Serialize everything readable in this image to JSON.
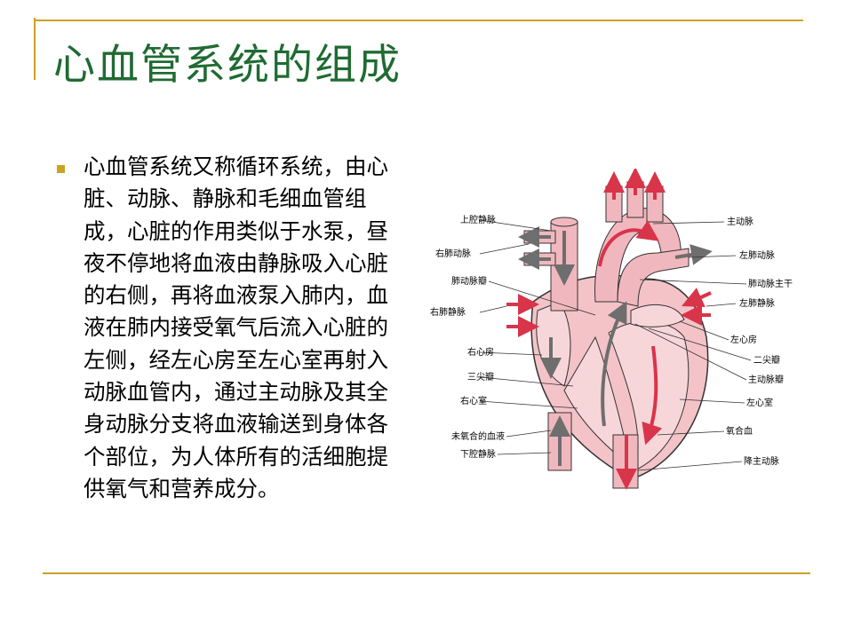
{
  "slide": {
    "title": "心血管系统的组成",
    "body": "心血管系统又称循环系统，由心脏、动脉、静脉和毛细血管组成，心脏的作用类似于水泵，昼夜不停地将血液由静脉吸入心脏的右侧，再将血液泵入肺内，血液在肺内接受氧气后流入心脏的左侧，经左心房至左心室再射入动脉血管内，通过主动脉及其全身动脉分支将血液输送到身体各个部位，为人体所有的活细胞提供氧气和营养成分。"
  },
  "diagram": {
    "labels_left": [
      "上腔静脉",
      "右肺动脉",
      "肺动脉瓣",
      "右肺静脉",
      "右心房",
      "三尖瓣",
      "右心室",
      "未氧合的血液",
      "下腔静脉"
    ],
    "labels_right": [
      "主动脉",
      "左肺动脉",
      "肺动脉主干",
      "左肺静脉",
      "左心房",
      "二尖瓣",
      "主动脉瓣",
      "左心室",
      "氧合血",
      "降主动脉"
    ]
  },
  "colors": {
    "title": "#1f6b32",
    "accent_line": "#c9a227",
    "oxygenated": "#d8344a",
    "deoxygenated": "#6e6e6e",
    "tissue": "#f3c3c8"
  }
}
